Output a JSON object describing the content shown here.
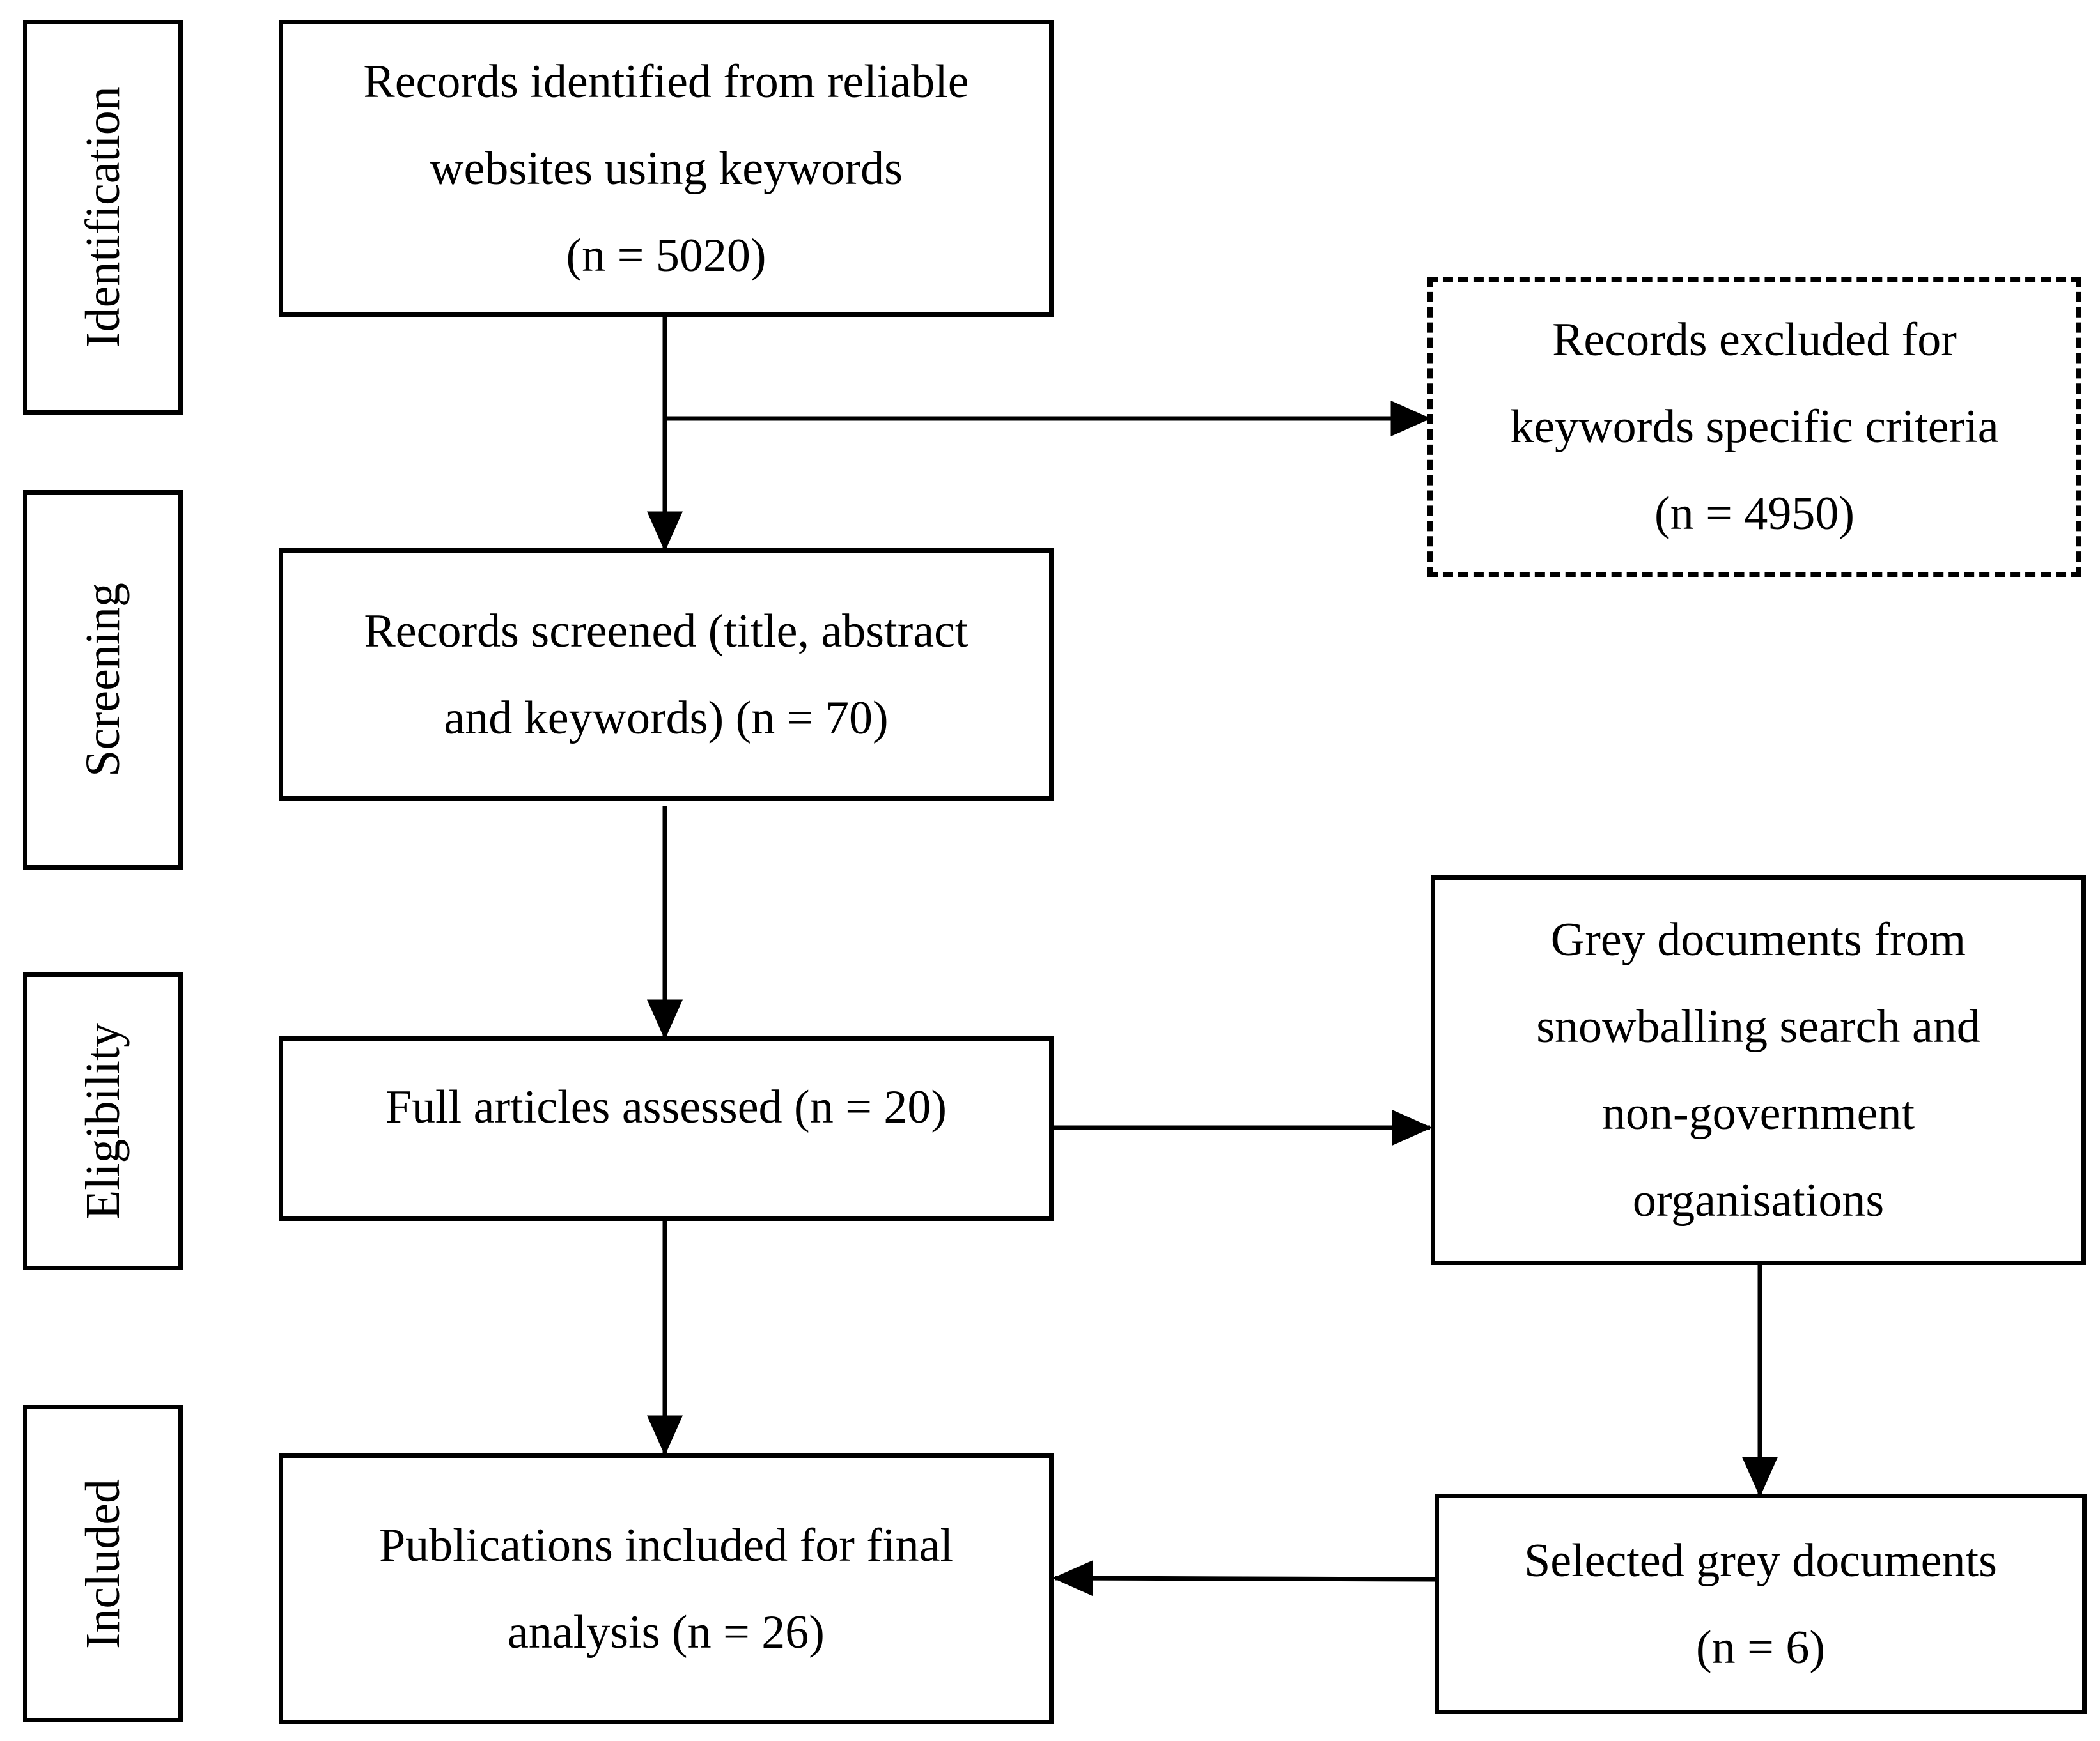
{
  "stages": {
    "identification": "Identification",
    "screening": "Screening",
    "eligibility": "Eligibility",
    "included": "Included"
  },
  "boxes": {
    "records_identified": {
      "line1": "Records identified from reliable",
      "line2": "websites using keywords",
      "line3": "(n = 5020)"
    },
    "records_excluded": {
      "line1": "Records excluded for",
      "line2": "keywords specific criteria",
      "line3": "(n = 4950)"
    },
    "records_screened": {
      "line1": "Records screened (title, abstract",
      "line2": "and keywords) (n = 70)"
    },
    "full_articles": {
      "line1": "Full articles assessed (n = 20)"
    },
    "grey_documents": {
      "line1": "Grey documents from",
      "line2": "snowballing search and",
      "line3": "non-government",
      "line4": "organisations"
    },
    "publications_included": {
      "line1": "Publications included for final",
      "line2": "analysis  (n = 26)"
    },
    "selected_grey": {
      "line1": "Selected grey documents",
      "line2": "(n = 6)"
    }
  }
}
